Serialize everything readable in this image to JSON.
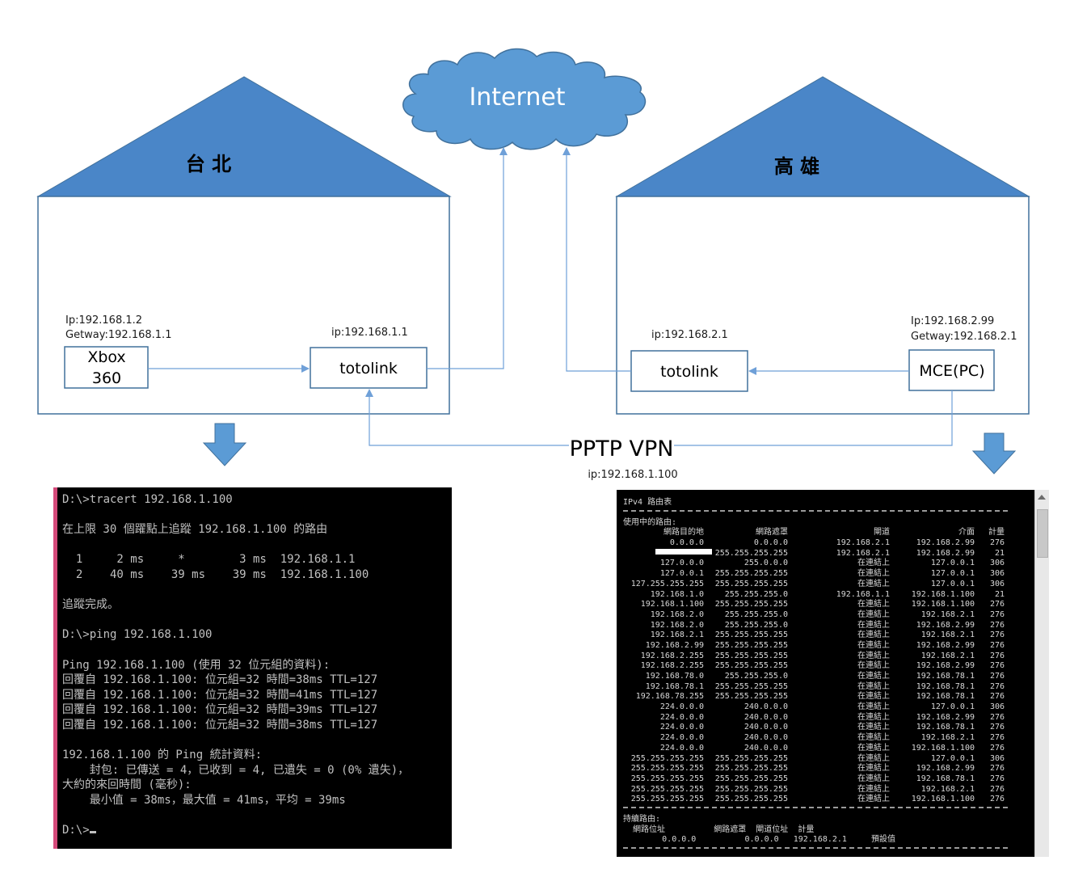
{
  "cloud": {
    "label": "Internet"
  },
  "taipei": {
    "city": "台 北",
    "xbox": {
      "ip": "Ip:192.168.1.2",
      "gateway": "Getway:192.168.1.1",
      "line1": "Xbox",
      "line2": "360"
    },
    "router": {
      "ip": "ip:192.168.1.1",
      "label": "totolink"
    }
  },
  "kaohsiung": {
    "city": "高 雄",
    "router": {
      "ip": "ip:192.168.2.1",
      "label": "totolink"
    },
    "pc": {
      "ip": "Ip:192.168.2.99",
      "gateway": "Getway:192.168.2.1",
      "label": "MCE(PC)"
    }
  },
  "vpn": {
    "label": "PPTP VPN",
    "ip": "ip:192.168.1.100"
  },
  "colors": {
    "cloud": "#5b9bd5",
    "house": "#4a86c8",
    "line": "#6fa0d8",
    "outline": "#41719c"
  },
  "tracert_console": {
    "lines": [
      "D:\\>tracert 192.168.1.100",
      "",
      "在上限 30 個躍點上追蹤 192.168.1.100 的路由",
      "",
      "  1     2 ms     *        3 ms  192.168.1.1",
      "  2    40 ms    39 ms    39 ms  192.168.1.100",
      "",
      "追蹤完成。",
      "",
      "D:\\>ping 192.168.1.100",
      "",
      "Ping 192.168.1.100 (使用 32 位元組的資料):",
      "回覆自 192.168.1.100: 位元組=32 時間=38ms TTL=127",
      "回覆自 192.168.1.100: 位元組=32 時間=41ms TTL=127",
      "回覆自 192.168.1.100: 位元組=32 時間=39ms TTL=127",
      "回覆自 192.168.1.100: 位元組=32 時間=38ms TTL=127",
      "",
      "192.168.1.100 的 Ping 統計資料:",
      "    封包: 已傳送 = 4，已收到 = 4, 已遺失 = 0 (0% 遺失)，",
      "大約的來回時間 (毫秒):",
      "    最小值 = 38ms，最大值 = 41ms，平均 = 39ms",
      "",
      "D:\\>"
    ]
  },
  "route_console": {
    "title": "IPv4 路由表",
    "active_heading": "使用中的路由:",
    "headers": [
      "網路目的地",
      "網路遮罩",
      "閘道",
      "介面",
      "計量"
    ],
    "rows": [
      [
        "0.0.0.0",
        "0.0.0.0",
        "192.168.2.1",
        "192.168.2.99",
        "276"
      ],
      [
        "",
        "255.255.255.255",
        "192.168.2.1",
        "192.168.2.99",
        "21"
      ],
      [
        "127.0.0.0",
        "255.0.0.0",
        "在連結上",
        "127.0.0.1",
        "306"
      ],
      [
        "127.0.0.1",
        "255.255.255.255",
        "在連結上",
        "127.0.0.1",
        "306"
      ],
      [
        "127.255.255.255",
        "255.255.255.255",
        "在連結上",
        "127.0.0.1",
        "306"
      ],
      [
        "192.168.1.0",
        "255.255.255.0",
        "192.168.1.1",
        "192.168.1.100",
        "21"
      ],
      [
        "192.168.1.100",
        "255.255.255.255",
        "在連結上",
        "192.168.1.100",
        "276"
      ],
      [
        "192.168.2.0",
        "255.255.255.0",
        "在連結上",
        "192.168.2.1",
        "276"
      ],
      [
        "192.168.2.0",
        "255.255.255.0",
        "在連結上",
        "192.168.2.99",
        "276"
      ],
      [
        "192.168.2.1",
        "255.255.255.255",
        "在連結上",
        "192.168.2.1",
        "276"
      ],
      [
        "192.168.2.99",
        "255.255.255.255",
        "在連結上",
        "192.168.2.99",
        "276"
      ],
      [
        "192.168.2.255",
        "255.255.255.255",
        "在連結上",
        "192.168.2.1",
        "276"
      ],
      [
        "192.168.2.255",
        "255.255.255.255",
        "在連結上",
        "192.168.2.99",
        "276"
      ],
      [
        "192.168.78.0",
        "255.255.255.0",
        "在連結上",
        "192.168.78.1",
        "276"
      ],
      [
        "192.168.78.1",
        "255.255.255.255",
        "在連結上",
        "192.168.78.1",
        "276"
      ],
      [
        "192.168.78.255",
        "255.255.255.255",
        "在連結上",
        "192.168.78.1",
        "276"
      ],
      [
        "224.0.0.0",
        "240.0.0.0",
        "在連結上",
        "127.0.0.1",
        "306"
      ],
      [
        "224.0.0.0",
        "240.0.0.0",
        "在連結上",
        "192.168.2.99",
        "276"
      ],
      [
        "224.0.0.0",
        "240.0.0.0",
        "在連結上",
        "192.168.78.1",
        "276"
      ],
      [
        "224.0.0.0",
        "240.0.0.0",
        "在連結上",
        "192.168.2.1",
        "276"
      ],
      [
        "224.0.0.0",
        "240.0.0.0",
        "在連結上",
        "192.168.1.100",
        "276"
      ],
      [
        "255.255.255.255",
        "255.255.255.255",
        "在連結上",
        "127.0.0.1",
        "306"
      ],
      [
        "255.255.255.255",
        "255.255.255.255",
        "在連結上",
        "192.168.2.99",
        "276"
      ],
      [
        "255.255.255.255",
        "255.255.255.255",
        "在連結上",
        "192.168.78.1",
        "276"
      ],
      [
        "255.255.255.255",
        "255.255.255.255",
        "在連結上",
        "192.168.2.1",
        "276"
      ],
      [
        "255.255.255.255",
        "255.255.255.255",
        "在連結上",
        "192.168.1.100",
        "276"
      ]
    ],
    "persistent_heading": "持續路由:",
    "persistent_headers": "  網路位址          網路遮罩  閘道位址  計量",
    "persistent_row": "        0.0.0.0          0.0.0.0   192.168.2.1     預設值"
  }
}
